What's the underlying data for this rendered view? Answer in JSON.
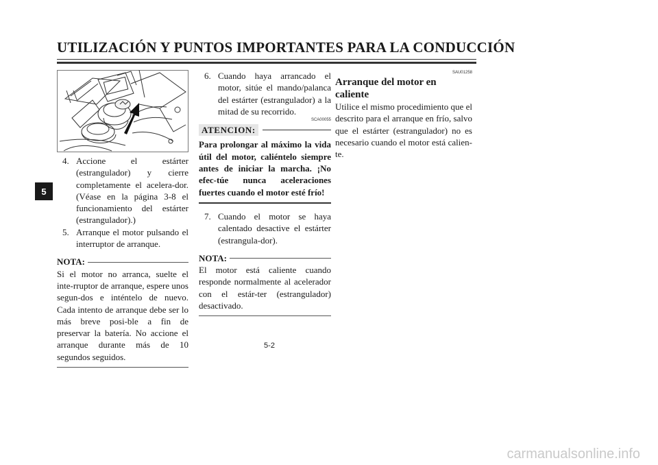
{
  "header": {
    "title": "UTILIZACIÓN Y PUNTOS IMPORTANTES PARA LA CONDUCCIÓN"
  },
  "chapter_tab": "5",
  "col1": {
    "steps": [
      {
        "num": "4.",
        "text": "Accione el estárter (estrangulador) y cierre completamente el acelera-dor. (Véase en la página 3-8 el funcionamiento del estárter (estrangulador).)"
      },
      {
        "num": "5.",
        "text": "Arranque el motor pulsando el interruptor de arranque."
      }
    ],
    "note": {
      "label": "NOTA:",
      "text": "Si el motor no arranca, suelte el inte-rruptor de arranque, espere unos segun-dos e inténtelo de nuevo. Cada intento de arranque debe ser lo más breve posi-ble a fin de preservar la batería. No accione el arranque durante más de 10 segundos seguidos."
    }
  },
  "col2": {
    "step6": {
      "num": "6.",
      "text": "Cuando haya arrancado el motor, sitúe el mando/palanca del estárter (estrangulador) a la mitad de su recorrido."
    },
    "caution": {
      "code": "SCA00055",
      "label": "ATENCION:",
      "text": "Para prolongar al máximo la vida útil del motor, caliéntelo siempre antes de iniciar la marcha. ¡No efec-túe nunca aceleraciones fuertes cuando el motor esté frío!"
    },
    "step7": {
      "num": "7.",
      "text": "Cuando el motor se haya calentado desactive el estárter (estrangula-dor)."
    },
    "note": {
      "label": "NOTA:",
      "text": "El motor está caliente cuando responde normalmente al acelerador con el estár-ter (estrangulador) desactivado."
    }
  },
  "col3": {
    "code": "SAU01258",
    "title": "Arranque del motor en caliente",
    "text": "Utilice el mismo procedimiento que el descrito para el arranque en frío, salvo que el estárter (estrangulador) no es necesario cuando el motor está calien-te."
  },
  "page_number": "5-2",
  "watermark": "carmanualsonline.info"
}
